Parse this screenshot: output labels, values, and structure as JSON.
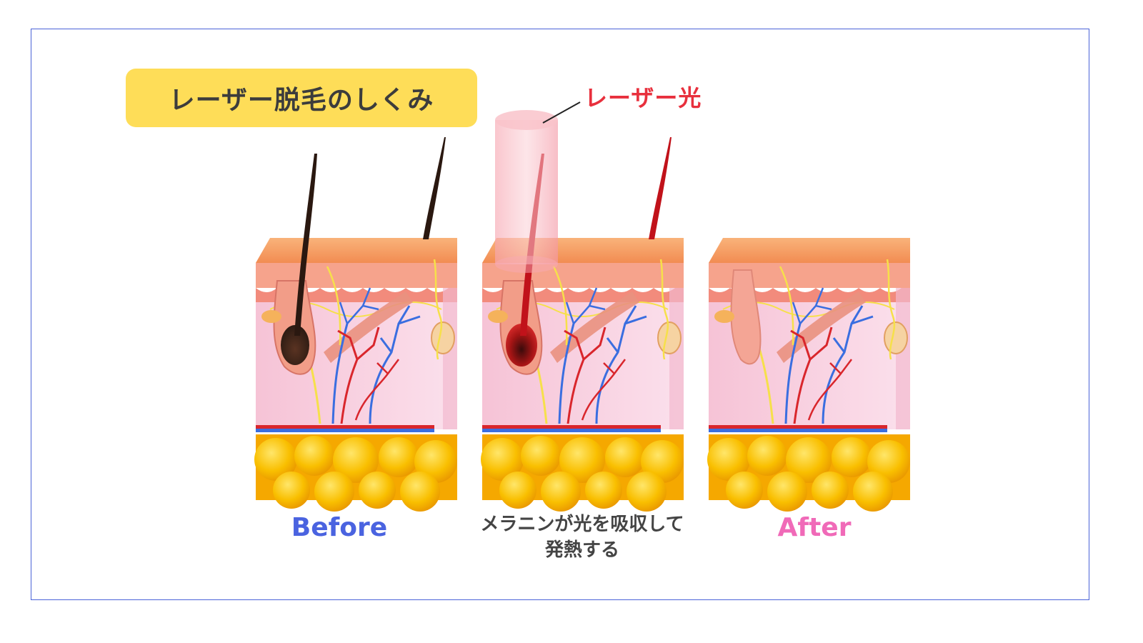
{
  "title": "レーザー脱毛のしくみ",
  "laser_label": "レーザー光",
  "captions": {
    "before": "Before",
    "middle_line1": "メラニンが光を吸収して",
    "middle_line2": "発熱する",
    "after": "After"
  },
  "colors": {
    "frame": "#4a63d8",
    "title_bg": "#fedd58",
    "laser": "#e8303d",
    "before": "#4a63e0",
    "after": "#f06ab8",
    "fat": "#f7b400",
    "skin_top": "#f7a468",
    "dermis": "#f9d4e4"
  },
  "panels": [
    {
      "id": "before",
      "hair": "dark"
    },
    {
      "id": "middle",
      "hair": "heated"
    },
    {
      "id": "after",
      "hair": "none"
    }
  ]
}
